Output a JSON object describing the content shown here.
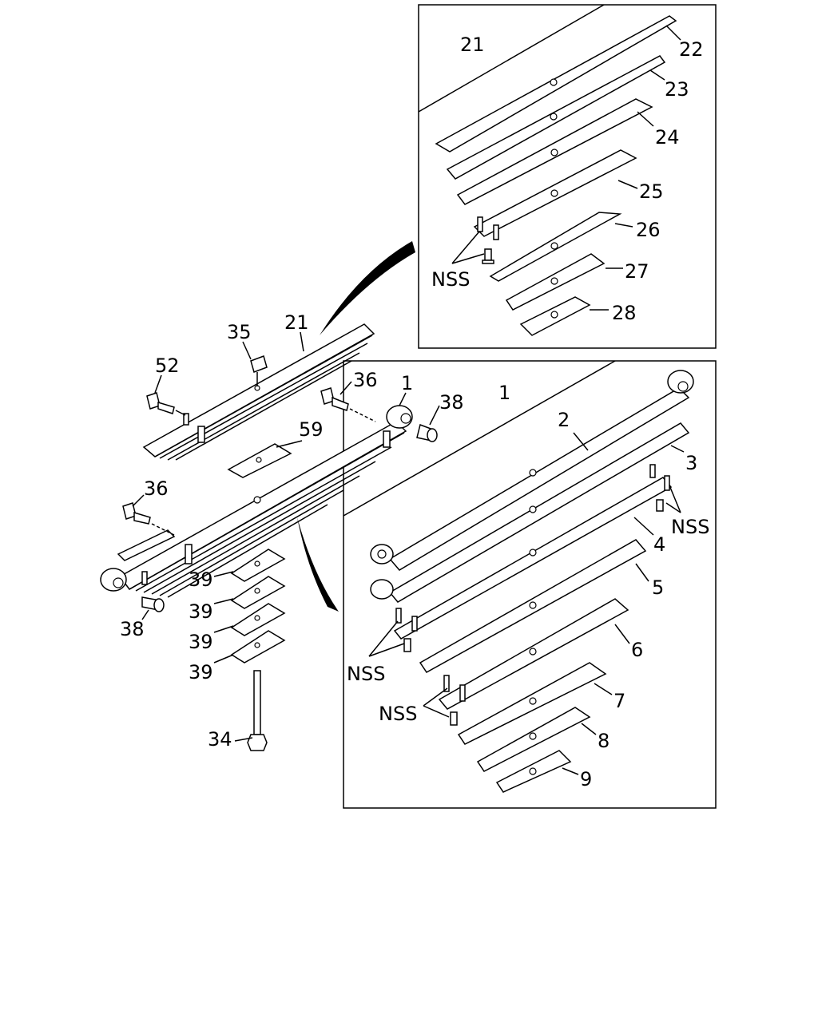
{
  "labels": {
    "l21_top": "21",
    "l22": "22",
    "l23": "23",
    "l24": "24",
    "l25": "25",
    "l26": "26",
    "l27": "27",
    "l28": "28",
    "nss_a": "NSS",
    "l35": "35",
    "l21_main": "21",
    "l52": "52",
    "l36_a": "36",
    "l1_main": "1",
    "l38_a": "38",
    "l59": "59",
    "l36_b": "36",
    "l38_b": "38",
    "l39_a": "39",
    "l39_b": "39",
    "l39_c": "39",
    "l39_d": "39",
    "l34": "34",
    "l1_box": "1",
    "l2": "2",
    "l3": "3",
    "nss_b": "NSS",
    "l4": "4",
    "l5": "5",
    "l6": "6",
    "nss_c": "NSS",
    "l7": "7",
    "nss_d": "NSS",
    "l8": "8",
    "l9": "9"
  }
}
